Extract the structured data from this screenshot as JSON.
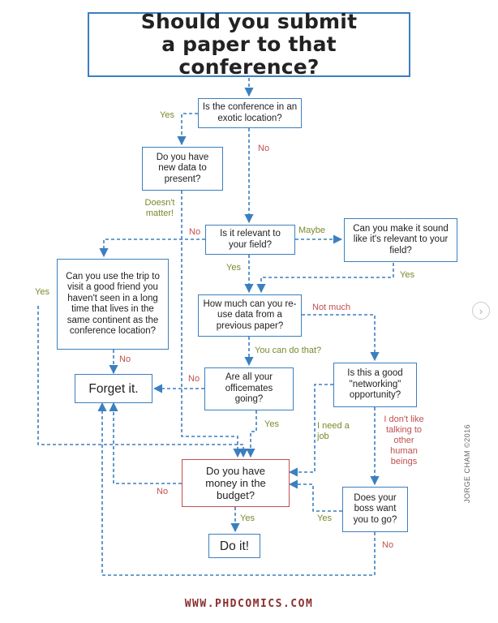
{
  "title": "Should you submit a paper to that conference?",
  "nodes": {
    "exotic": "Is the conference in an exotic location?",
    "new_data": "Do you have new data to present?",
    "relevant": "Is it relevant to your field?",
    "sound_relevant": "Can you make it sound like it's relevant to your field?",
    "trip_friend": "Can you use the trip to visit a good friend you haven't seen in a long time that lives in the same continent as the conference location?",
    "reuse": "How much can you re-use data from a previous paper?",
    "forget": "Forget it.",
    "officemates": "Are all your officemates going?",
    "networking": "Is this a good \"networking\" opportunity?",
    "money": "Do you have money in the budget?",
    "boss": "Does your boss want you to go?",
    "do_it": "Do it!"
  },
  "edge_labels": {
    "exotic_yes": "Yes",
    "exotic_no": "No",
    "doesnt_matter": "Doesn't matter!",
    "relevant_no": "No",
    "relevant_maybe": "Maybe",
    "relevant_yes": "Yes",
    "sound_yes": "Yes",
    "trip_yes": "Yes",
    "trip_no": "No",
    "reuse_not_much": "Not much",
    "reuse_can_do": "You can do that?",
    "officemates_no": "No",
    "officemates_yes": "Yes",
    "need_job": "I need a job",
    "dont_like": "I don't like talking to other human beings",
    "money_no": "No",
    "money_yes": "Yes",
    "boss_yes": "Yes",
    "boss_no": "No"
  },
  "footer": "WWW.PHDCOMICS.COM",
  "credit": "JORGE CHAM ©2016",
  "nav_icon": "chevron-right-icon",
  "nav_glyph": "›"
}
